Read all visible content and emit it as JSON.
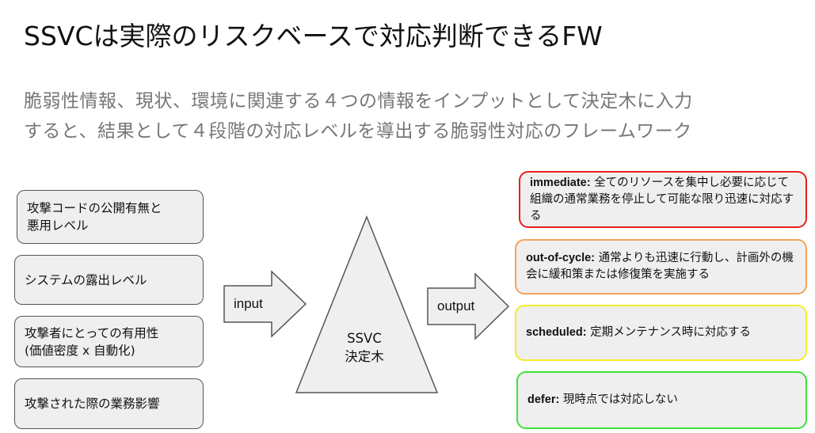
{
  "title": "SSVCは実際のリスクベースで対応判断できるFW",
  "subtitle": {
    "line1": "脆弱性情報、現状、環境に関連する４つの情報をインプットとして決定木に入力",
    "line2": "すると、結果として４段階の対応レベルを導出する脆弱性対応のフレームワーク"
  },
  "inputs": [
    {
      "line1": "攻撃コードの公開有無と",
      "line2": "悪用レベル"
    },
    {
      "line1": "システムの露出レベル",
      "line2": ""
    },
    {
      "line1": "攻撃者にとっての有用性",
      "line2": "(価値密度 x 自動化)"
    },
    {
      "line1": "攻撃された際の業務影響",
      "line2": ""
    }
  ],
  "arrows": {
    "input": "input",
    "output": "output"
  },
  "center": {
    "line1": "SSVC",
    "line2": "決定木"
  },
  "outputs": [
    {
      "label": "immediate:",
      "text": " 全てのリソースを集中し必要に応じて組織の通常業務を停止して可能な限り迅速に対応する",
      "color": "#e8201c"
    },
    {
      "label": "out-of-cycle:",
      "text": " 通常よりも迅速に行動し、計画外の機会に緩和策または修復策を実施する",
      "color": "#f4a35a"
    },
    {
      "label": "scheduled:",
      "text": " 定期メンテナンス時に対応する",
      "color": "#f2ec2a"
    },
    {
      "label": "defer:",
      "text": " 現時点では対応しない",
      "color": "#3ee23a"
    }
  ]
}
